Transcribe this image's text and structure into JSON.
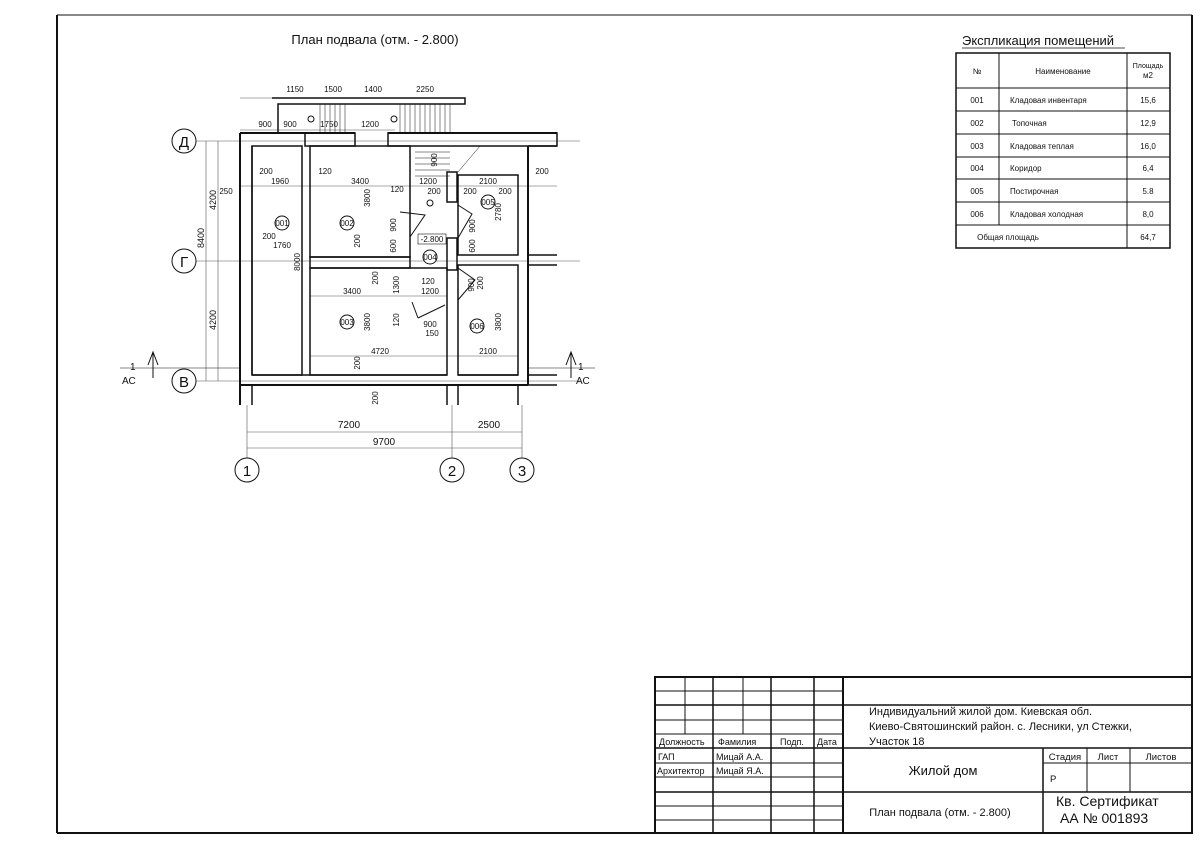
{
  "drawing": {
    "title": "План подвала  (отм. - 2.800)",
    "axes_rows": [
      "Д",
      "Г",
      "В"
    ],
    "axes_cols": [
      "1",
      "2",
      "3"
    ],
    "section_mark": {
      "number": "1",
      "sheet": "АС"
    },
    "level_mark": "-2.800",
    "rooms": [
      "001",
      "002",
      "003",
      "004",
      "005",
      "006"
    ],
    "dims_top": [
      "1150",
      "1500",
      "1400",
      "2250"
    ],
    "dims_second": [
      "900",
      "900",
      "1750",
      "1200"
    ],
    "dims_inner": [
      "1960",
      "200",
      "120",
      "3400",
      "120",
      "1200",
      "200",
      "200",
      "2100",
      "200",
      "200",
      "250",
      "200",
      "1760",
      "3400",
      "120",
      "1200",
      "4720",
      "2100",
      "150",
      "900"
    ],
    "dims_vertical": [
      "4200",
      "8400",
      "4200",
      "3800",
      "3800",
      "3800",
      "2780",
      "900",
      "900",
      "600",
      "900",
      "600",
      "8000",
      "200",
      "200",
      "1300",
      "120",
      "900",
      "200",
      "200",
      "200"
    ],
    "dims_bottom": [
      "7200",
      "2500",
      "9700"
    ]
  },
  "explication": {
    "title": "Экспликация помещений",
    "headers": [
      "№",
      "Наименование",
      "Площадь",
      "м2"
    ],
    "rows": [
      {
        "no": "001",
        "name": "Кладовая инвентаря",
        "area": "15,6"
      },
      {
        "no": "002",
        "name": "Топочная",
        "area": "12,9"
      },
      {
        "no": "003",
        "name": "Кладовая теплая",
        "area": "16,0"
      },
      {
        "no": "004",
        "name": "Коридор",
        "area": "6,4"
      },
      {
        "no": "005",
        "name": "Постирочная",
        "area": "5.8"
      },
      {
        "no": "006",
        "name": "Кладовая холодная",
        "area": "8,0"
      }
    ],
    "total_label": "Общая площадь",
    "total_value": "64,7"
  },
  "title_block": {
    "headers": [
      "Должность",
      "Фамилия",
      "Подп.",
      "Дата"
    ],
    "people": [
      {
        "role": "ГАП",
        "name": "Мицай А.А."
      },
      {
        "role": "Архитектор",
        "name": "Мицай Я.А."
      }
    ],
    "project": [
      "Индивидуальний жилой дом. Киевская обл.",
      "Киево-Святошинский район. с. Лесники, ул Стежки,",
      "Участок 18"
    ],
    "building": "Жилой дом",
    "stage_headers": [
      "Стадия",
      "Лист",
      "Листов"
    ],
    "stage": "Р",
    "sheet_title": "План подвала  (отм. - 2.800)",
    "certificate": [
      "Кв. Сертификат",
      "АА № 001893"
    ]
  }
}
